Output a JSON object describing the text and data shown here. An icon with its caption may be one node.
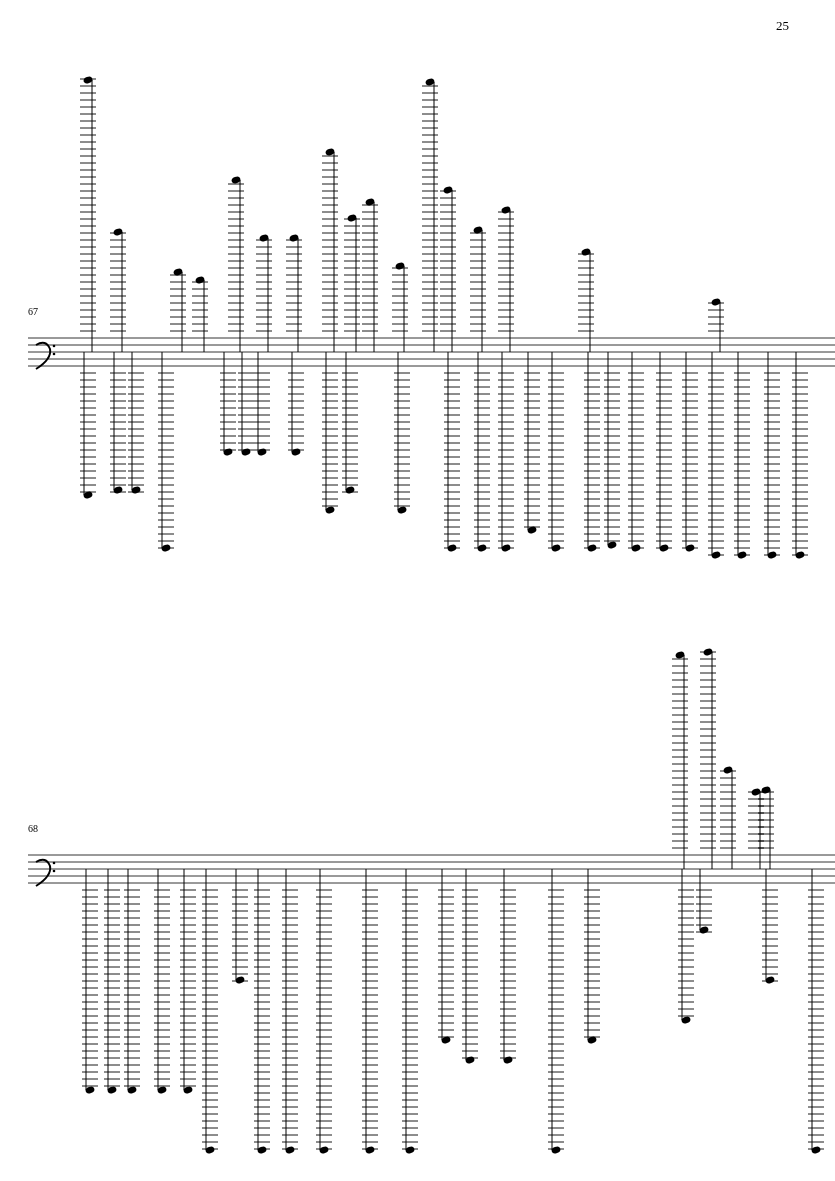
{
  "diagram": {
    "labels": [
      "25",
      "67",
      "68"
    ]
  }
}
